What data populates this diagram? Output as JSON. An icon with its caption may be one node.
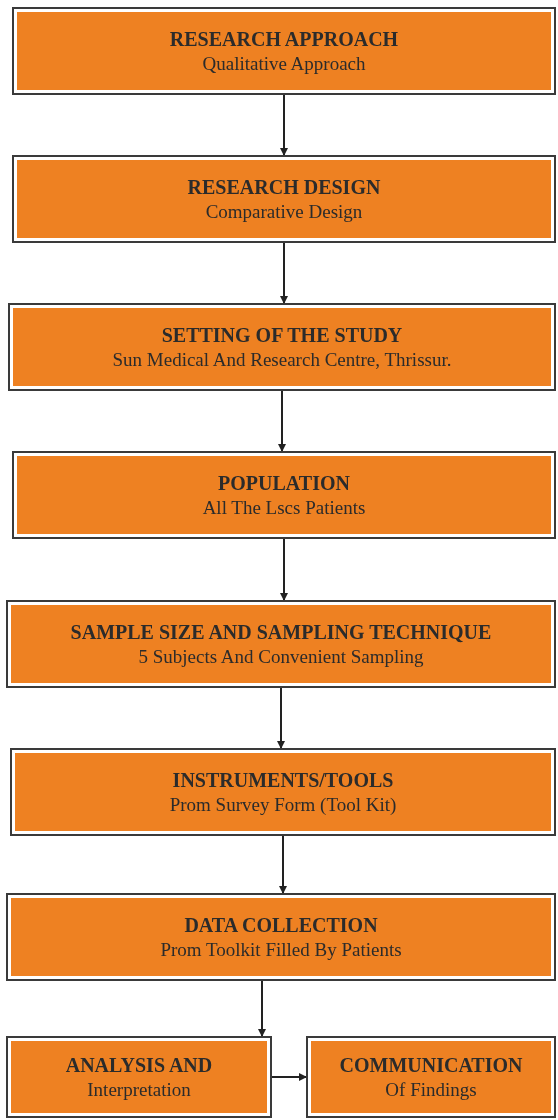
{
  "diagram": {
    "nodes": [
      {
        "text": [
          "RESEARCH APPROACH",
          "Qualitative Approach"
        ]
      },
      {
        "text": [
          "RESEARCH DESIGN",
          "Comparative Design"
        ]
      },
      {
        "text": [
          "SETTING OF THE STUDY",
          "Sun Medical And Research Centre, Thrissur."
        ]
      },
      {
        "text": [
          "POPULATION",
          "All The Lscs Patients"
        ]
      },
      {
        "text": [
          "SAMPLE SIZE AND SAMPLING TECHNIQUE",
          "5 Subjects And Convenient Sampling"
        ]
      },
      {
        "text": [
          "INSTRUMENTS/TOOLS",
          "Prom Survey Form (Tool Kit)"
        ]
      },
      {
        "text": [
          "DATA COLLECTION",
          "Prom Toolkit Filled By Patients"
        ]
      },
      {
        "text": [
          "ANALYSIS AND",
          "Interpretation"
        ]
      },
      {
        "text": [
          "COMMUNICATION",
          "Of Findings"
        ]
      }
    ],
    "edges": [
      {
        "from": 0,
        "to": 1,
        "arrow": "to"
      },
      {
        "from": 1,
        "to": 2,
        "arrow": "to"
      },
      {
        "from": 2,
        "to": 3,
        "arrow": "to"
      },
      {
        "from": 3,
        "to": 4,
        "arrow": "to"
      },
      {
        "from": 4,
        "to": 5,
        "arrow": "to"
      },
      {
        "from": 5,
        "to": 6,
        "arrow": "to"
      },
      {
        "from": 6,
        "to": 7,
        "arrow": "to"
      },
      {
        "from": 7,
        "to": 8,
        "arrow": "to"
      }
    ]
  }
}
